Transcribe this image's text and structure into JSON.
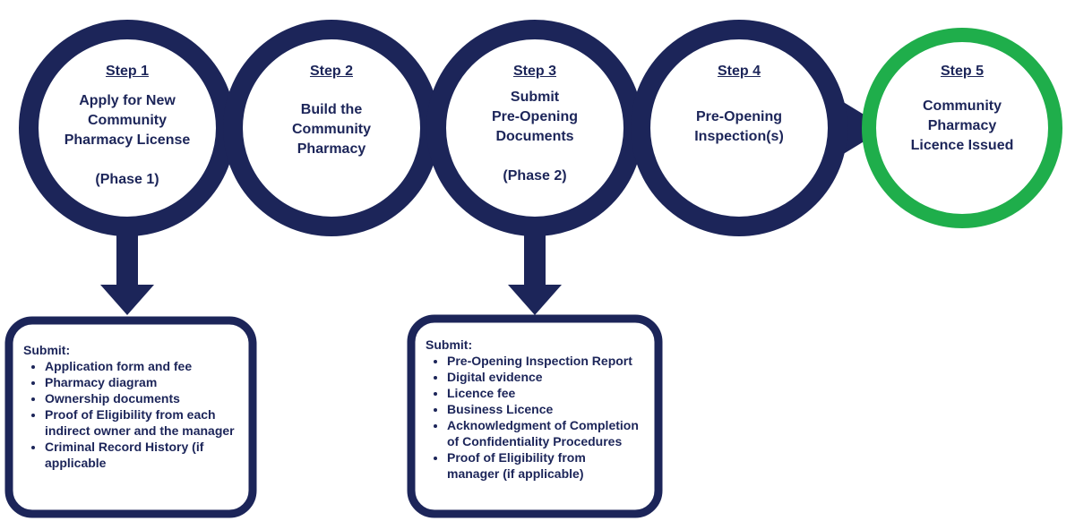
{
  "colors": {
    "navy": "#1c2559",
    "green": "#1fae4b",
    "white": "#ffffff"
  },
  "steps": [
    {
      "label": "Step 1",
      "title_lines": [
        "Apply for New",
        "Community",
        "Pharmacy License"
      ],
      "phase": "(Phase 1)"
    },
    {
      "label": "Step 2",
      "title_lines": [
        "Build the",
        "Community",
        "Pharmacy"
      ],
      "phase": ""
    },
    {
      "label": "Step 3",
      "title_lines": [
        "Submit",
        "Pre-Opening",
        "Documents"
      ],
      "phase": "(Phase 2)"
    },
    {
      "label": "Step 4",
      "title_lines": [
        "Pre-Opening",
        "Inspection(s)"
      ],
      "phase": ""
    },
    {
      "label": "Step 5",
      "title_lines": [
        "Community",
        "Pharmacy",
        "Licence Issued"
      ],
      "phase": ""
    }
  ],
  "submit_boxes": [
    {
      "title": "Submit:",
      "items": [
        "Application form and fee",
        "Pharmacy diagram",
        "Ownership documents",
        "Proof of Eligibility from each indirect owner and the manager",
        "Criminal Record History (if applicable"
      ]
    },
    {
      "title": "Submit:",
      "items": [
        "Pre-Opening Inspection Report",
        "Digital evidence",
        "Licence fee",
        "Business Licence",
        "Acknowledgment of Completion of Confidentiality Procedures",
        "Proof of Eligibility from manager (if applicable)"
      ]
    }
  ]
}
